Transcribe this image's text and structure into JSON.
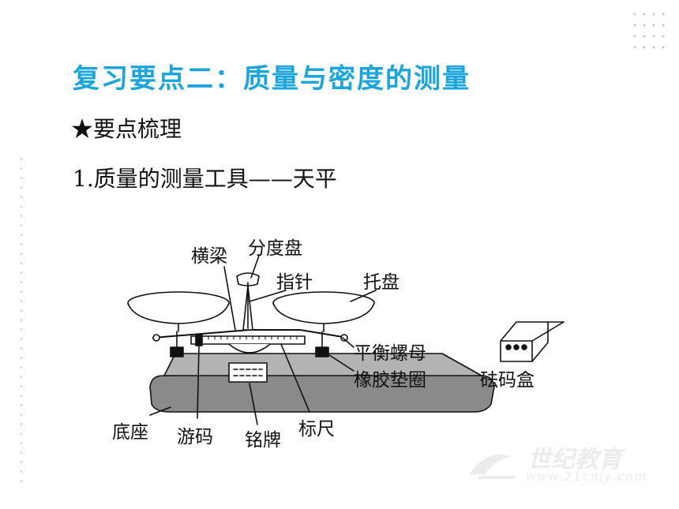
{
  "title": "复习要点二：质量与密度的测量",
  "section_heading": "★要点梳理",
  "point_heading": "1.质量的测量工具——天平",
  "figure": {
    "labels": {
      "beam": "横梁",
      "scale_dial": "分度盘",
      "pointer": "指针",
      "pan": "托盘",
      "balance_nut": "平衡螺母",
      "rubber_ring": "橡胶垫圈",
      "weight_box": "砝码盒",
      "base": "底座",
      "rider": "游码",
      "nameplate": "铭牌",
      "scale_ruler": "标尺"
    }
  },
  "watermark": {
    "brand": "世纪教育",
    "url": "www.21cnjy.com"
  },
  "colors": {
    "title": "#1aa5dc",
    "text": "#111111",
    "base_fill": "#8a8a8a",
    "watermark": "#ececec"
  }
}
